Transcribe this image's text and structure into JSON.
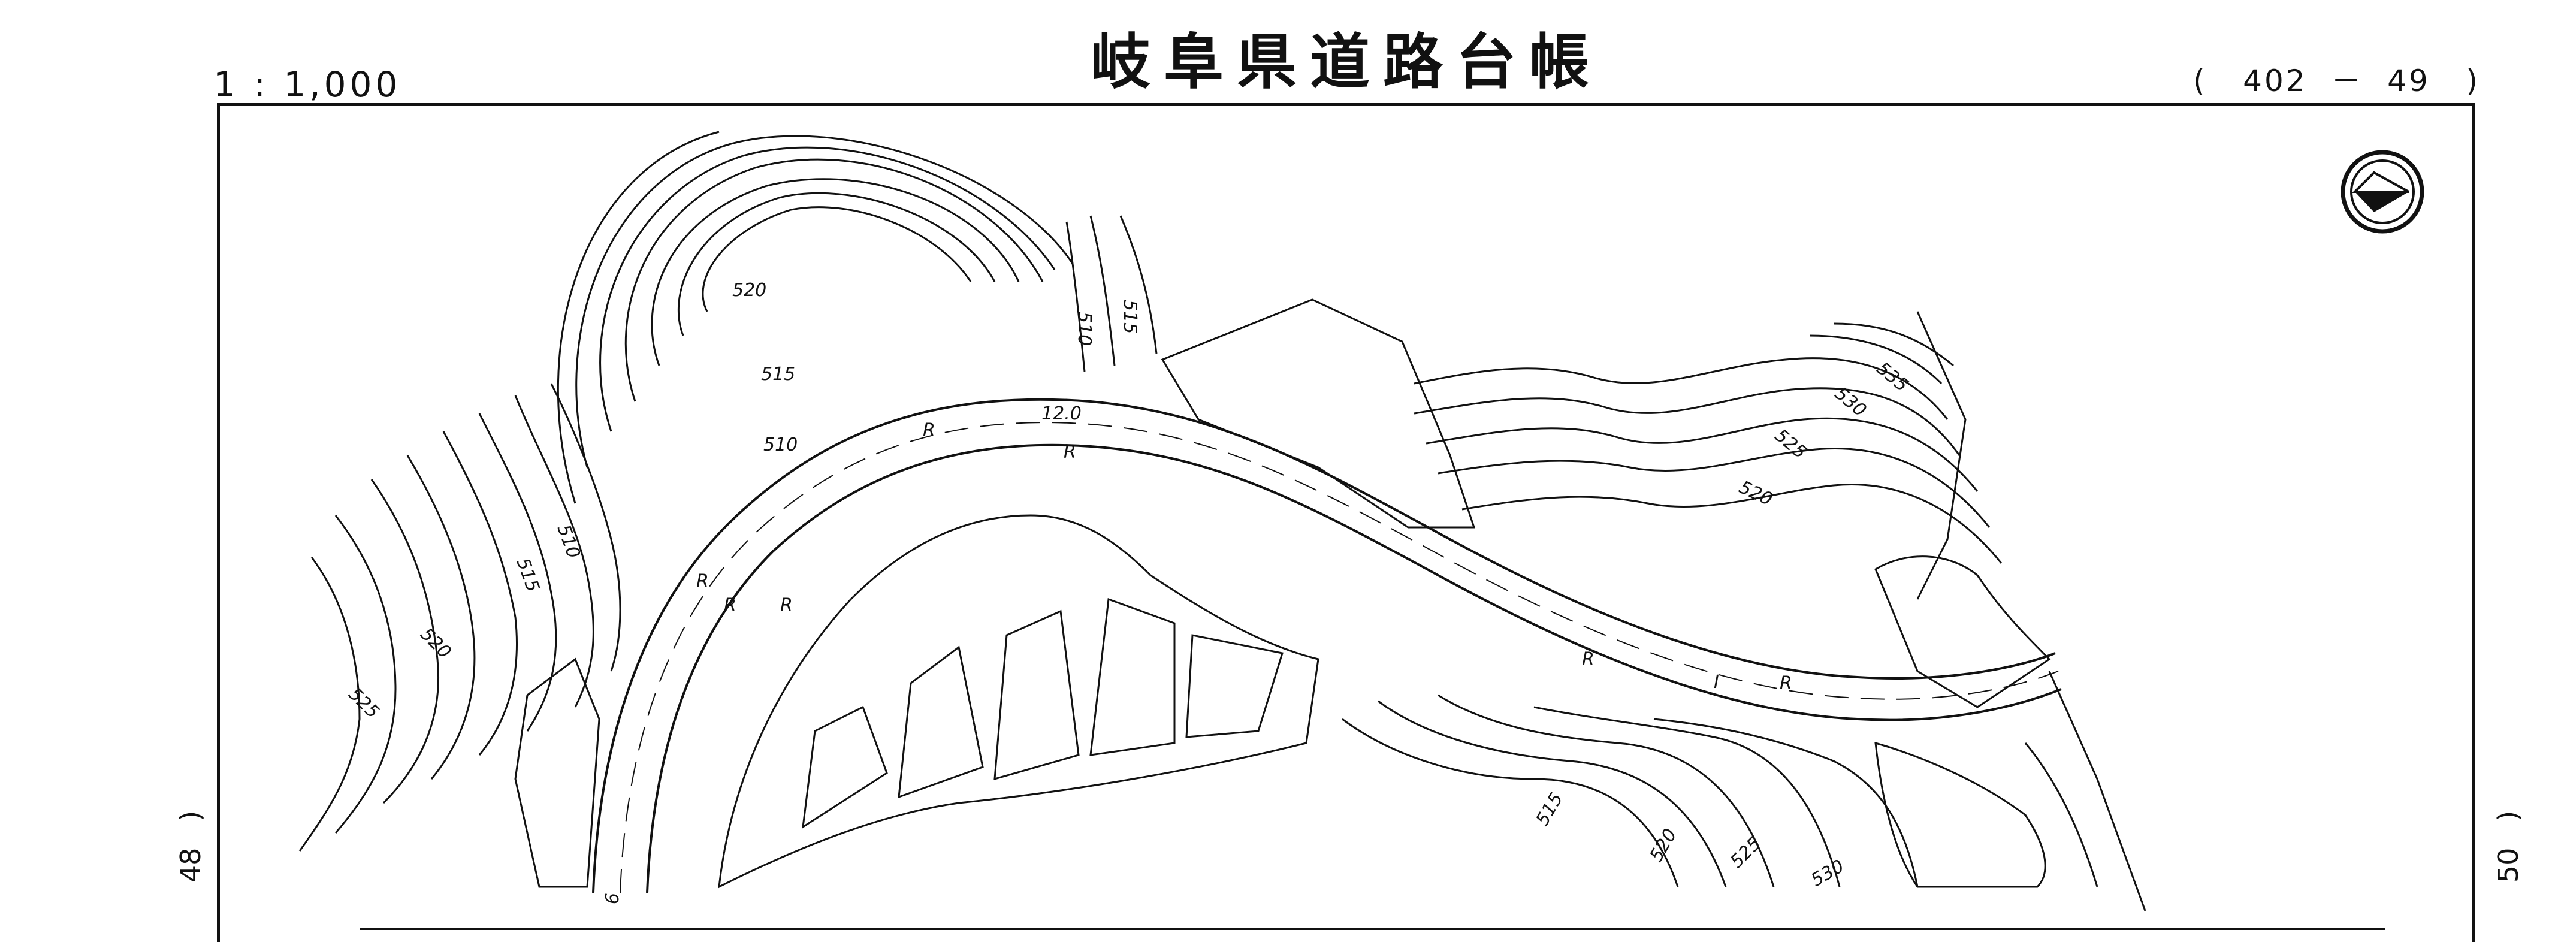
{
  "sheet": {
    "scale": "1 : 1,000",
    "title": "岐阜県道路台帳",
    "sheet_number": "(   402  －  49   )",
    "left_sheet_ref": "48   )",
    "right_sheet_ref": "50   )"
  },
  "map": {
    "road_labels": [
      "12.0",
      "R",
      "R",
      "R",
      "R",
      "R",
      "R",
      "I",
      "R"
    ],
    "contours": [
      "520",
      "515",
      "510",
      "510",
      "515",
      "510",
      "515",
      "520",
      "525",
      "535",
      "530",
      "525",
      "520",
      "515",
      "520",
      "525",
      "530",
      "9"
    ],
    "north_arrow": "north-arrow"
  },
  "colors": {
    "ink": "#111111",
    "paper": "#ffffff"
  }
}
